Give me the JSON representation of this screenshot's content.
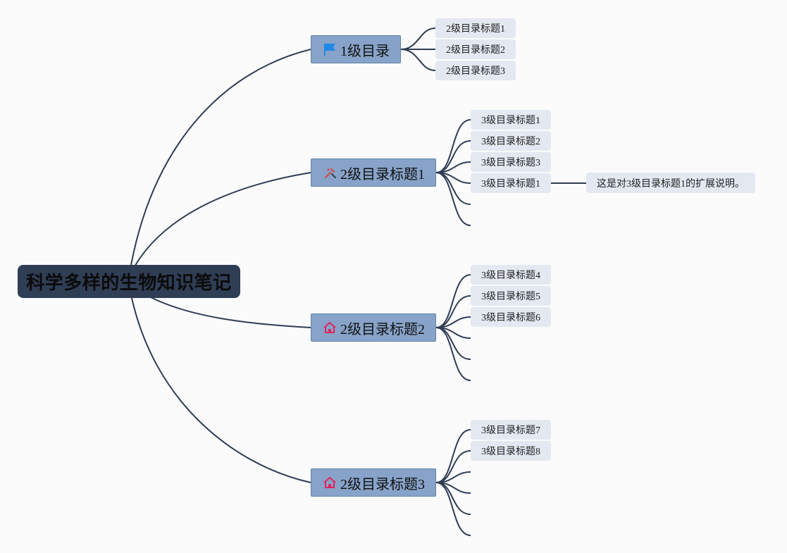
{
  "root": {
    "label": "科学多样的生物知识笔记"
  },
  "branches": [
    {
      "label": "1级目录",
      "icon": "flag-icon",
      "children": [
        "2级目录标题1",
        "2级目录标题2",
        "2级目录标题3"
      ]
    },
    {
      "label": "2级目录标题1",
      "icon": "tools-icon",
      "children": [
        "3级目录标题1",
        "3级目录标题2",
        "3级目录标题3",
        "3级目录标题1"
      ],
      "note": "这是对3级目录标题1的扩展说明。"
    },
    {
      "label": "2级目录标题2",
      "icon": "home-icon",
      "children": [
        "3级目录标题4",
        "3级目录标题5",
        "3级目录标题6"
      ]
    },
    {
      "label": "2级目录标题3",
      "icon": "home-icon",
      "children": [
        "3级目录标题7",
        "3级目录标题8"
      ]
    }
  ],
  "colors": {
    "background": "#fbfbfc",
    "root_fill": "#2f3d55",
    "branch_fill": "#87a3c9",
    "leaf_fill": "#e3e8f1",
    "line": "#2f3d55",
    "flag_icon": "#1e88e5",
    "home_icon": "#e0245e",
    "tools_icon": "#d84343"
  }
}
